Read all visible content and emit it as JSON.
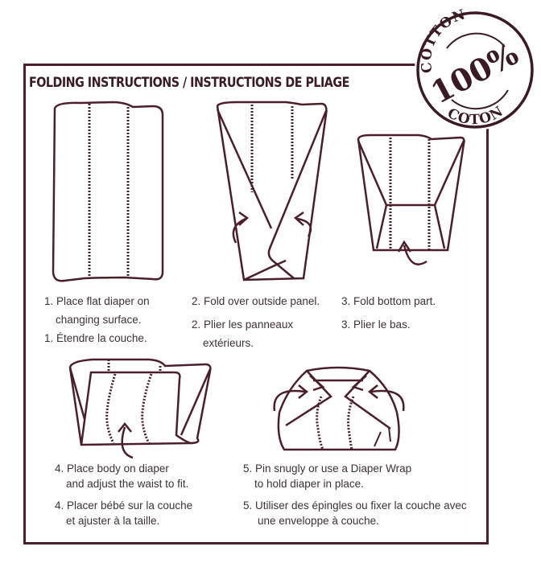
{
  "title": "FOLDING INSTRUCTIONS / INSTRUCTIONS DE PLIAGE",
  "stamp": {
    "top_text": "COTTON",
    "center_text": "100%",
    "bottom_text": "COTON",
    "color": "#3a1b24"
  },
  "colors": {
    "line": "#4a1f2a",
    "text": "#3d3236"
  },
  "steps": [
    {
      "number": "1.",
      "en_line1": "Place flat diaper on",
      "en_line2": "changing surface.",
      "fr_line1": "Étendre la couche.",
      "fr_line2": "",
      "illustration": "flat-diaper"
    },
    {
      "number": "2.",
      "en_line1": "Fold over outside panel.",
      "en_line2": "",
      "fr_line1": "Plier les panneaux",
      "fr_line2": "extérieurs.",
      "illustration": "fold-outside-panels"
    },
    {
      "number": "3.",
      "en_line1": "Fold bottom part.",
      "en_line2": "",
      "fr_line1": "Plier le bas.",
      "fr_line2": "",
      "illustration": "fold-bottom"
    },
    {
      "number": "4.",
      "en_line1": "Place body on diaper",
      "en_line2": "and adjust the waist to fit.",
      "fr_line1": "Placer bébé sur la couche",
      "fr_line2": "et ajuster à la taille.",
      "illustration": "place-body"
    },
    {
      "number": "5.",
      "en_line1": "Pin snugly or use a Diaper Wrap",
      "en_line2": "to hold diaper in place.",
      "fr_line1": "Utiliser des épingles ou fixer la couche avec",
      "fr_line2": "une enveloppe à couche.",
      "illustration": "pin-diaper"
    }
  ]
}
